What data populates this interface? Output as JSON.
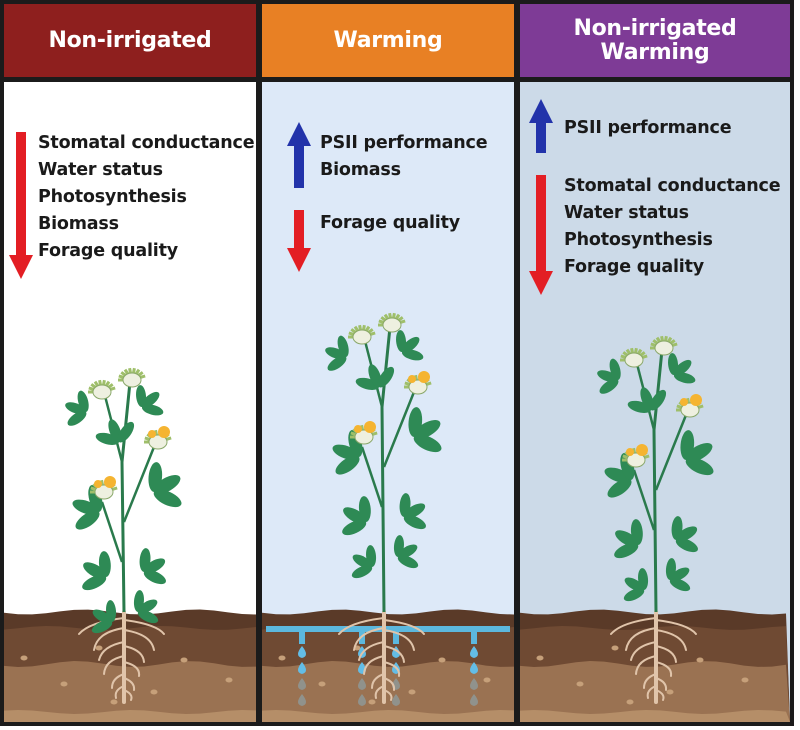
{
  "figure": {
    "panels": [
      {
        "id": "non-irrigated",
        "title": "Non-irrigated",
        "header_color": "#8e1f1e",
        "background": "#ffffff",
        "irrigation": false,
        "effects": [
          {
            "direction": "down",
            "color": "#e31e24",
            "items": [
              "Stomatal conductance",
              "Water status",
              "Photosynthesis",
              "Biomass",
              "Forage quality"
            ]
          }
        ]
      },
      {
        "id": "warming",
        "title": "Warming",
        "header_color": "#e88024",
        "background": "#dde9f8",
        "irrigation": true,
        "effects": [
          {
            "direction": "up",
            "color": "#2233aa",
            "items": [
              "PSII performance",
              "Biomass"
            ]
          },
          {
            "direction": "down",
            "color": "#e31e24",
            "items": [
              "Forage quality"
            ]
          }
        ]
      },
      {
        "id": "non-irrigated-warming",
        "title": "Non-irrigated Warming",
        "header_color": "#7e3b96",
        "background": "#ccdae8",
        "irrigation": false,
        "effects": [
          {
            "direction": "up",
            "color": "#2233aa",
            "items": [
              "PSII performance"
            ]
          },
          {
            "direction": "down",
            "color": "#e31e24",
            "items": [
              "Stomatal conductance",
              "Water status",
              "Photosynthesis",
              "Forage quality"
            ]
          }
        ]
      }
    ],
    "colors": {
      "soil_top": "#5a3a28",
      "soil_mid": "#6f4a33",
      "soil_deep": "#9a7252",
      "soil_bottom": "#b58e68",
      "root": "#e0c4aa",
      "stem": "#2a7a4c",
      "leaf": "#2e8a55",
      "flower_yellow": "#f5b431",
      "flower_white": "#eef0e0",
      "pipe": "#5cb8de",
      "water_drop": "#63bde6"
    }
  }
}
